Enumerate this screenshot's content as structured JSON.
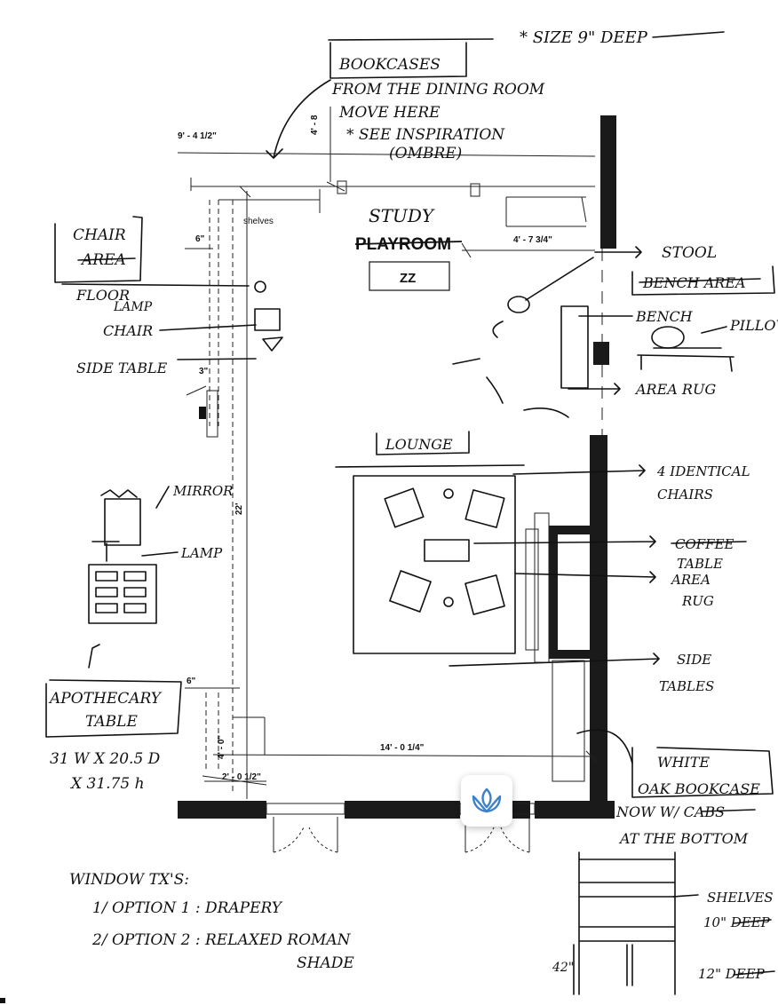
{
  "room": {
    "title_handwritten": "STUDY",
    "title_printed": "PLAYROOM",
    "tag": "ZZ"
  },
  "dimensions": {
    "top_width": "9' - 4 1/2\"",
    "top_depth": "4' - 8",
    "right_top": "4' - 7 3/4\"",
    "bottom_width": "14' - 0 1/4\"",
    "left_length": "22'",
    "shelves_label": "shelves",
    "shelf_6": "6\"",
    "shelf_3": "3\"",
    "left_6": "6\"",
    "left_4": "4' - 0\"",
    "door_2": "2' - 0 1/2\""
  },
  "notes": {
    "size": "* SIZE  9\" DEEP",
    "bookcases": "BOOKCASES",
    "bookcases_line1": "FROM THE DINING ROOM",
    "bookcases_line2": "MOVE HERE",
    "bookcases_line3": "* SEE INSPIRATION",
    "bookcases_line4": "(OMBRE)",
    "chair_area1": "CHAIR",
    "chair_area2": "AREA",
    "floor_lamp1": "FLOOR",
    "floor_lamp2": "LAMP",
    "chair": "CHAIR",
    "side_table": "SIDE TABLE",
    "stool": "STOOL",
    "bench_area": "BENCH AREA",
    "bench": "BENCH",
    "pillow": "PILLOW",
    "area_rug": "AREA RUG",
    "lounge": "LOUNGE",
    "chairs1": "4 IDENTICAL",
    "chairs2": "CHAIRS",
    "coffee1": "COFFEE",
    "coffee2": "TABLE",
    "rug1": "AREA",
    "rug2": "RUG",
    "side_tables1": "SIDE",
    "side_tables2": "TABLES",
    "mirror": "MIRROR",
    "lamp": "LAMP",
    "apothecary1": "APOTHECARY",
    "apothecary2": "TABLE",
    "apothecary_size1": "31 W  X 20.5 D",
    "apothecary_size2": "X 31.75 h",
    "white_oak1": "WHITE",
    "white_oak2": "OAK BOOKCASE",
    "white_oak3": "NOW W/ CABS",
    "white_oak4": "AT THE BOTTOM",
    "shelves1": "SHELVES",
    "shelves2": "10\" DEEP",
    "height_42": "42\"",
    "deep_12": "12\" DEEP",
    "window1": "WINDOW TX'S:",
    "window2": "1/ OPTION  1 :  DRAPERY",
    "window3": "2/ OPTION  2 :  RELAXED ROMAN",
    "window4": "SHADE"
  },
  "colors": {
    "ink": "#111111",
    "wall": "#1a1a1a",
    "badge_icon": "#3d82c8"
  },
  "badge": {
    "icon": "lotus-icon"
  }
}
